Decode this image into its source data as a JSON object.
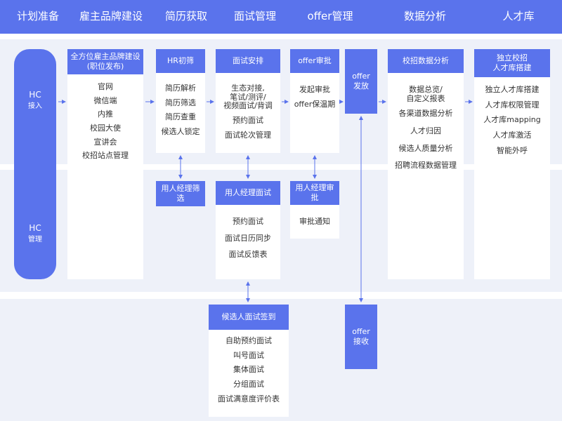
{
  "colors": {
    "accent": "#5a73ec",
    "band": "#eef1f9",
    "text": "#333333"
  },
  "phases": [
    "计划准备",
    "雇主品牌建设",
    "简历获取",
    "面试管理",
    "offer管理",
    "数据分析",
    "人才库"
  ],
  "hc": {
    "access": [
      "HC",
      "接入"
    ],
    "manage": [
      "HC",
      "管理"
    ]
  },
  "brand": {
    "header": "全方位雇主品牌建设\n(职位发布)",
    "items": [
      "官网",
      "微信端",
      "内推",
      "校园大使",
      "宣讲会",
      "校招站点管理"
    ]
  },
  "hr": {
    "header": "HR初筛",
    "items": [
      "简历解析",
      "简历筛选",
      "简历查重",
      "候选人锁定"
    ]
  },
  "hr_mgr": {
    "header": "用人经理筛选"
  },
  "interview": {
    "header": "面试安排",
    "items": [
      "生态对接,\n笔试/测评/\n视频面试/背调",
      "预约面试",
      "面试轮次管理"
    ]
  },
  "interview_mgr": {
    "header": "用人经理面试",
    "items": [
      "预约面试",
      "面试日历同步",
      "面试反馈表"
    ]
  },
  "checkin": {
    "header": "候选人面试签到",
    "items": [
      "自助预约面试",
      "叫号面试",
      "集体面试",
      "分组面试",
      "面试满意度评价表"
    ]
  },
  "offer_approval": {
    "header": "offer审批",
    "items": [
      "发起审批",
      "offer保温期"
    ]
  },
  "offer_mgr": {
    "header": "用人经理审批",
    "items": [
      "审批通知"
    ]
  },
  "offer_send": [
    "offer",
    "发放"
  ],
  "offer_receive": [
    "offer",
    "接收"
  ],
  "analysis": {
    "header": "校招数据分析",
    "items": [
      "数据总览/\n自定义报表",
      "各渠道数据分析",
      "人才归因",
      "候选人质量分析",
      "招聘流程数据管理"
    ]
  },
  "talent": {
    "header": "独立校招\n人才库搭建",
    "items": [
      "独立人才库搭建",
      "人才库权限管理",
      "人才库mapping",
      "人才库激活",
      "智能外呼"
    ]
  }
}
